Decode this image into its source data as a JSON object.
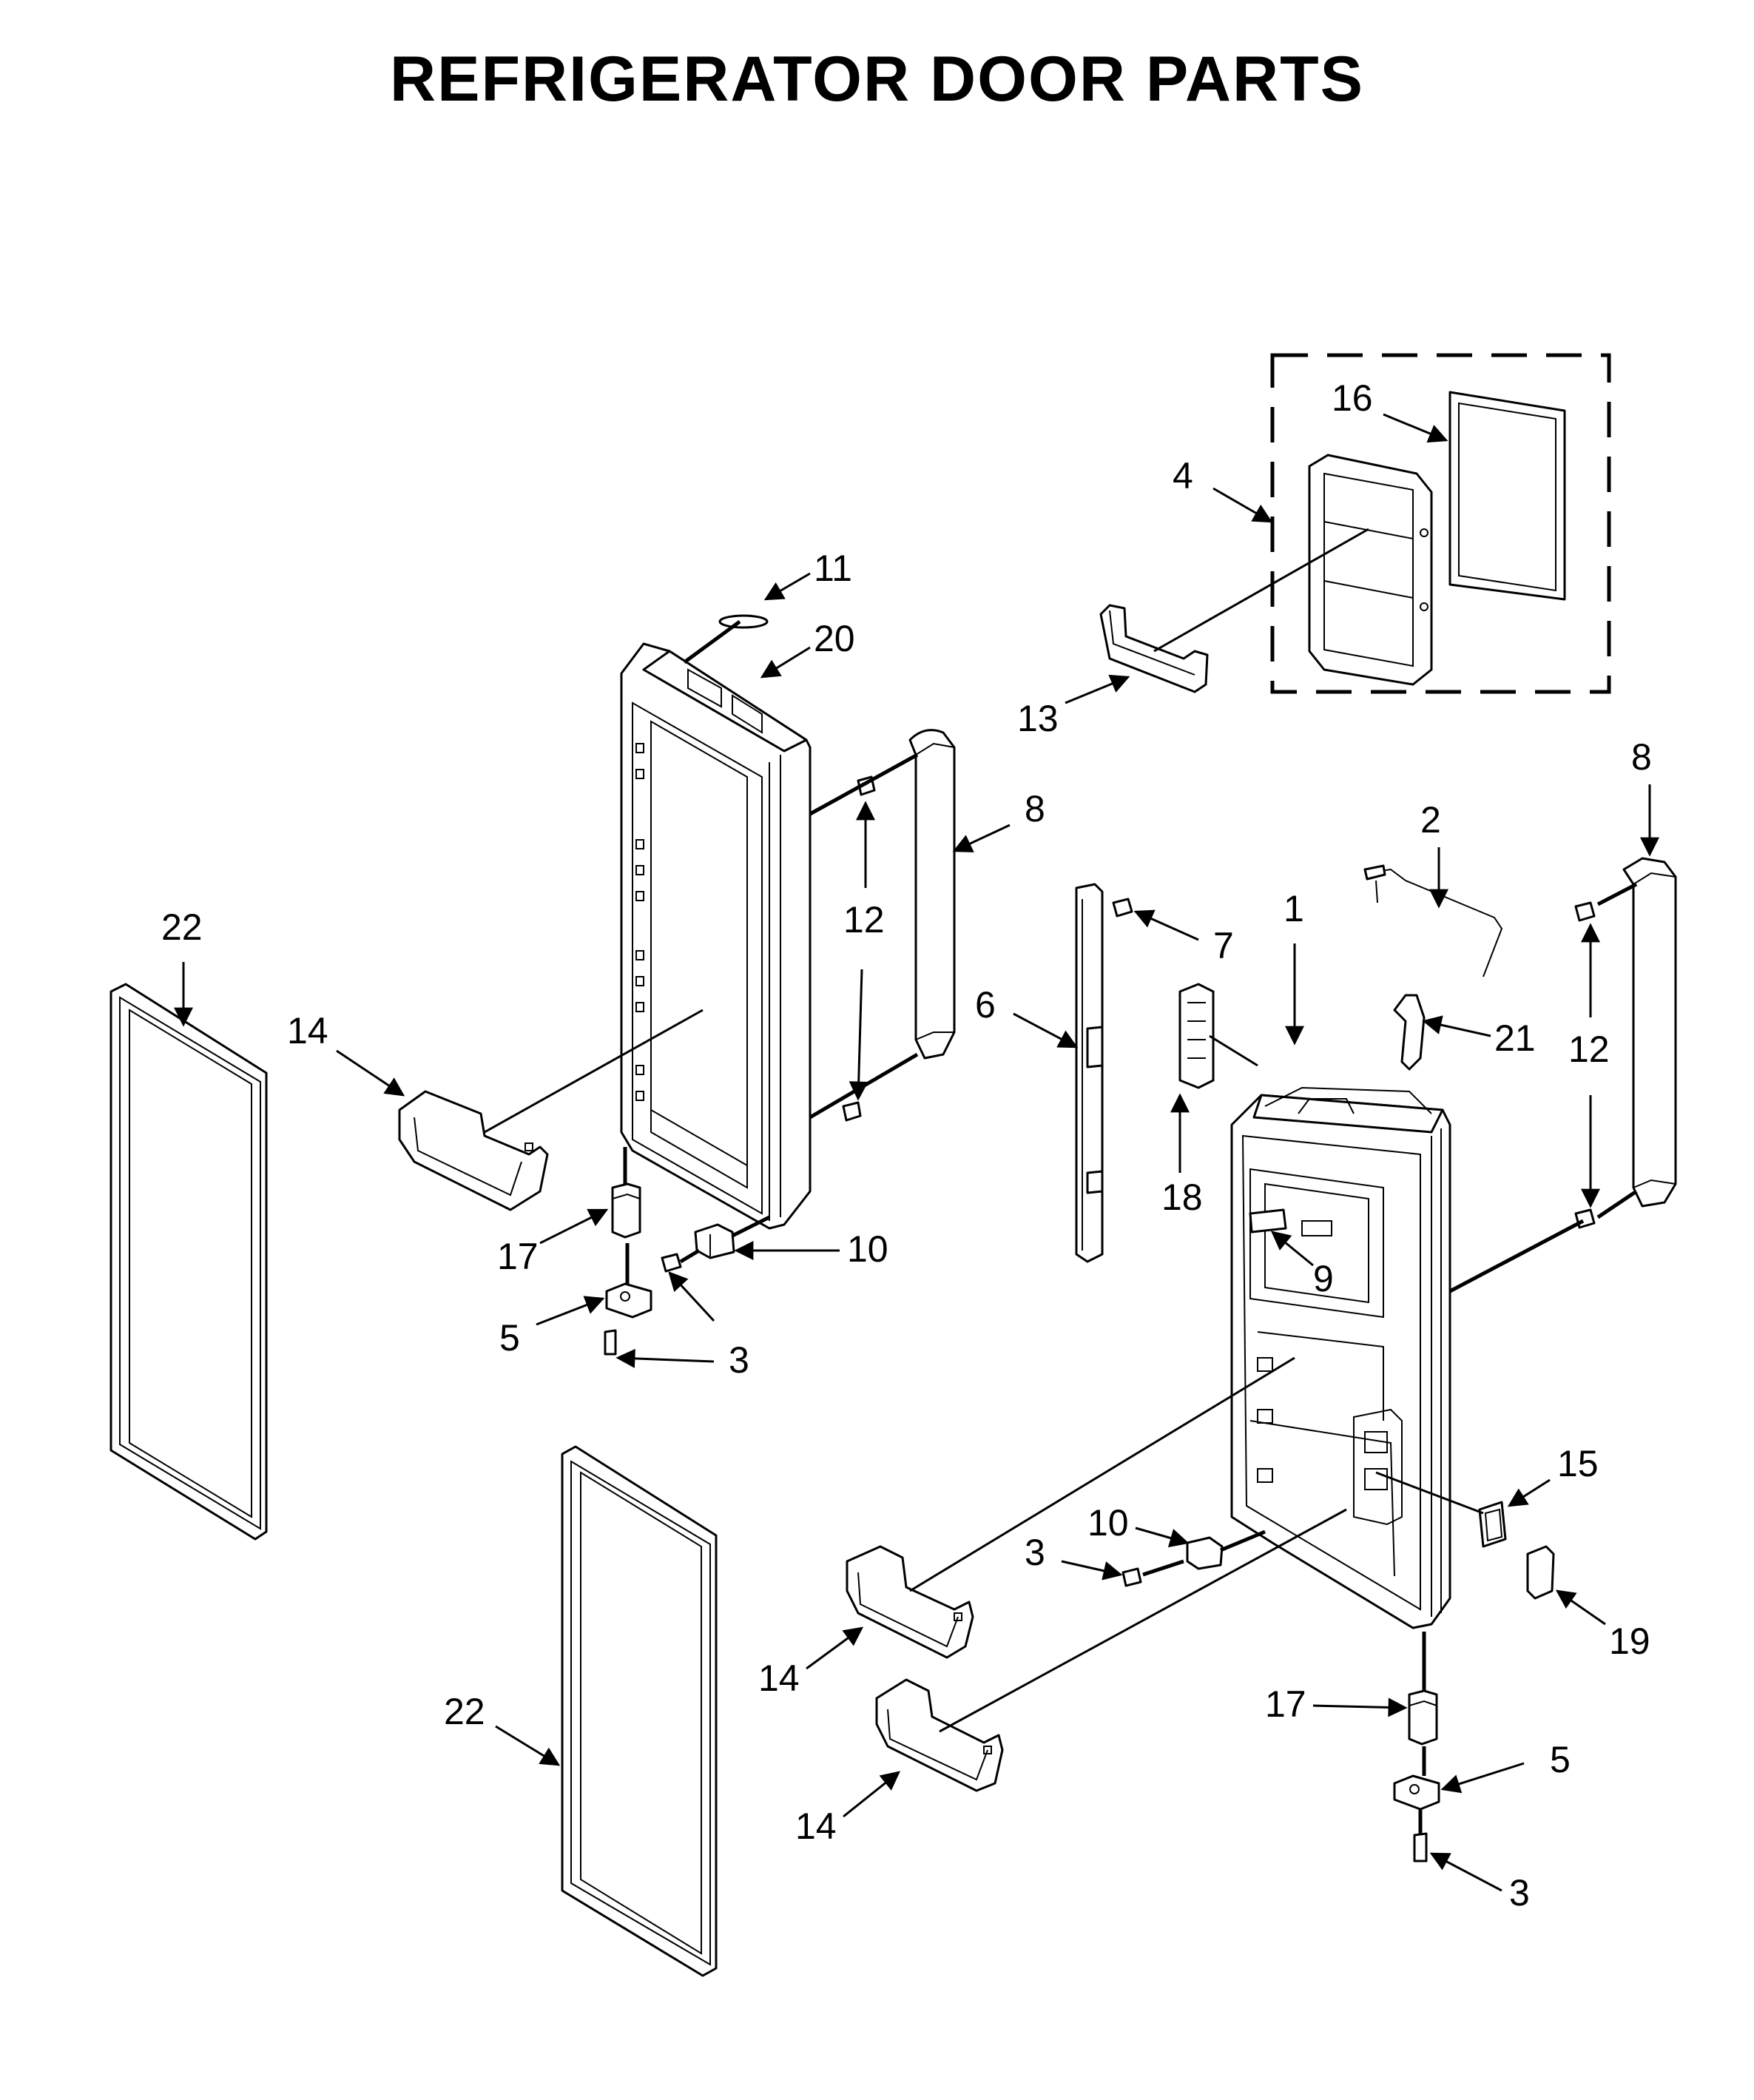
{
  "title": "REFRIGERATOR DOOR PARTS",
  "callouts": [
    {
      "id": "c16",
      "label": "16"
    },
    {
      "id": "c4",
      "label": "4"
    },
    {
      "id": "c11",
      "label": "11"
    },
    {
      "id": "c20",
      "label": "20"
    },
    {
      "id": "c13",
      "label": "13"
    },
    {
      "id": "c8a",
      "label": "8"
    },
    {
      "id": "c8b",
      "label": "8"
    },
    {
      "id": "c2",
      "label": "2"
    },
    {
      "id": "c12a",
      "label": "12"
    },
    {
      "id": "c12b",
      "label": "12"
    },
    {
      "id": "c1",
      "label": "1"
    },
    {
      "id": "c7",
      "label": "7"
    },
    {
      "id": "c22a",
      "label": "22"
    },
    {
      "id": "c22b",
      "label": "22"
    },
    {
      "id": "c14a",
      "label": "14"
    },
    {
      "id": "c14b",
      "label": "14"
    },
    {
      "id": "c14c",
      "label": "14"
    },
    {
      "id": "c6",
      "label": "6"
    },
    {
      "id": "c21",
      "label": "21"
    },
    {
      "id": "c18",
      "label": "18"
    },
    {
      "id": "c17a",
      "label": "17"
    },
    {
      "id": "c17b",
      "label": "17"
    },
    {
      "id": "c10a",
      "label": "10"
    },
    {
      "id": "c10b",
      "label": "10"
    },
    {
      "id": "c9",
      "label": "9"
    },
    {
      "id": "c5a",
      "label": "5"
    },
    {
      "id": "c5b",
      "label": "5"
    },
    {
      "id": "c3a",
      "label": "3"
    },
    {
      "id": "c3b",
      "label": "3"
    },
    {
      "id": "c3c",
      "label": "3"
    },
    {
      "id": "c15",
      "label": "15"
    },
    {
      "id": "c19",
      "label": "19"
    }
  ]
}
